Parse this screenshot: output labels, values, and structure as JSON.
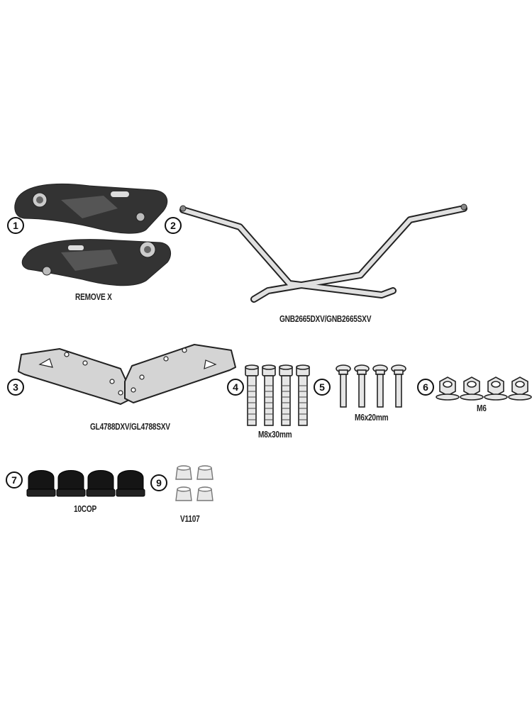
{
  "parts": [
    {
      "number": "1",
      "label": "REMOVE X",
      "icon": "side-plate-icon"
    },
    {
      "number": "2",
      "label": "GNB2665DXV/GNB2665SXV",
      "icon": "tubular-bar-icon"
    },
    {
      "number": "3",
      "label": "GL4788DXV/GL4788SXV",
      "icon": "bracket-plate-icon"
    },
    {
      "number": "4",
      "label": "M8x30mm",
      "quantity": 4,
      "icon": "socket-bolt-icon"
    },
    {
      "number": "5",
      "label": "M6x20mm",
      "quantity": 4,
      "icon": "flange-screw-icon"
    },
    {
      "number": "6",
      "label": "M6",
      "quantity": 4,
      "icon": "hex-nut-icon"
    },
    {
      "number": "7",
      "label": "10COP",
      "quantity": 4,
      "icon": "cap-nut-cover-icon"
    },
    {
      "number": "9",
      "label": "V1107",
      "quantity": 4,
      "icon": "spacer-bushing-icon"
    }
  ],
  "colors": {
    "line": "#222222",
    "plate": "#2f2f2f",
    "metal": "#dcdcdc",
    "cap": "#111111",
    "bushing": "#e4e4e4"
  }
}
